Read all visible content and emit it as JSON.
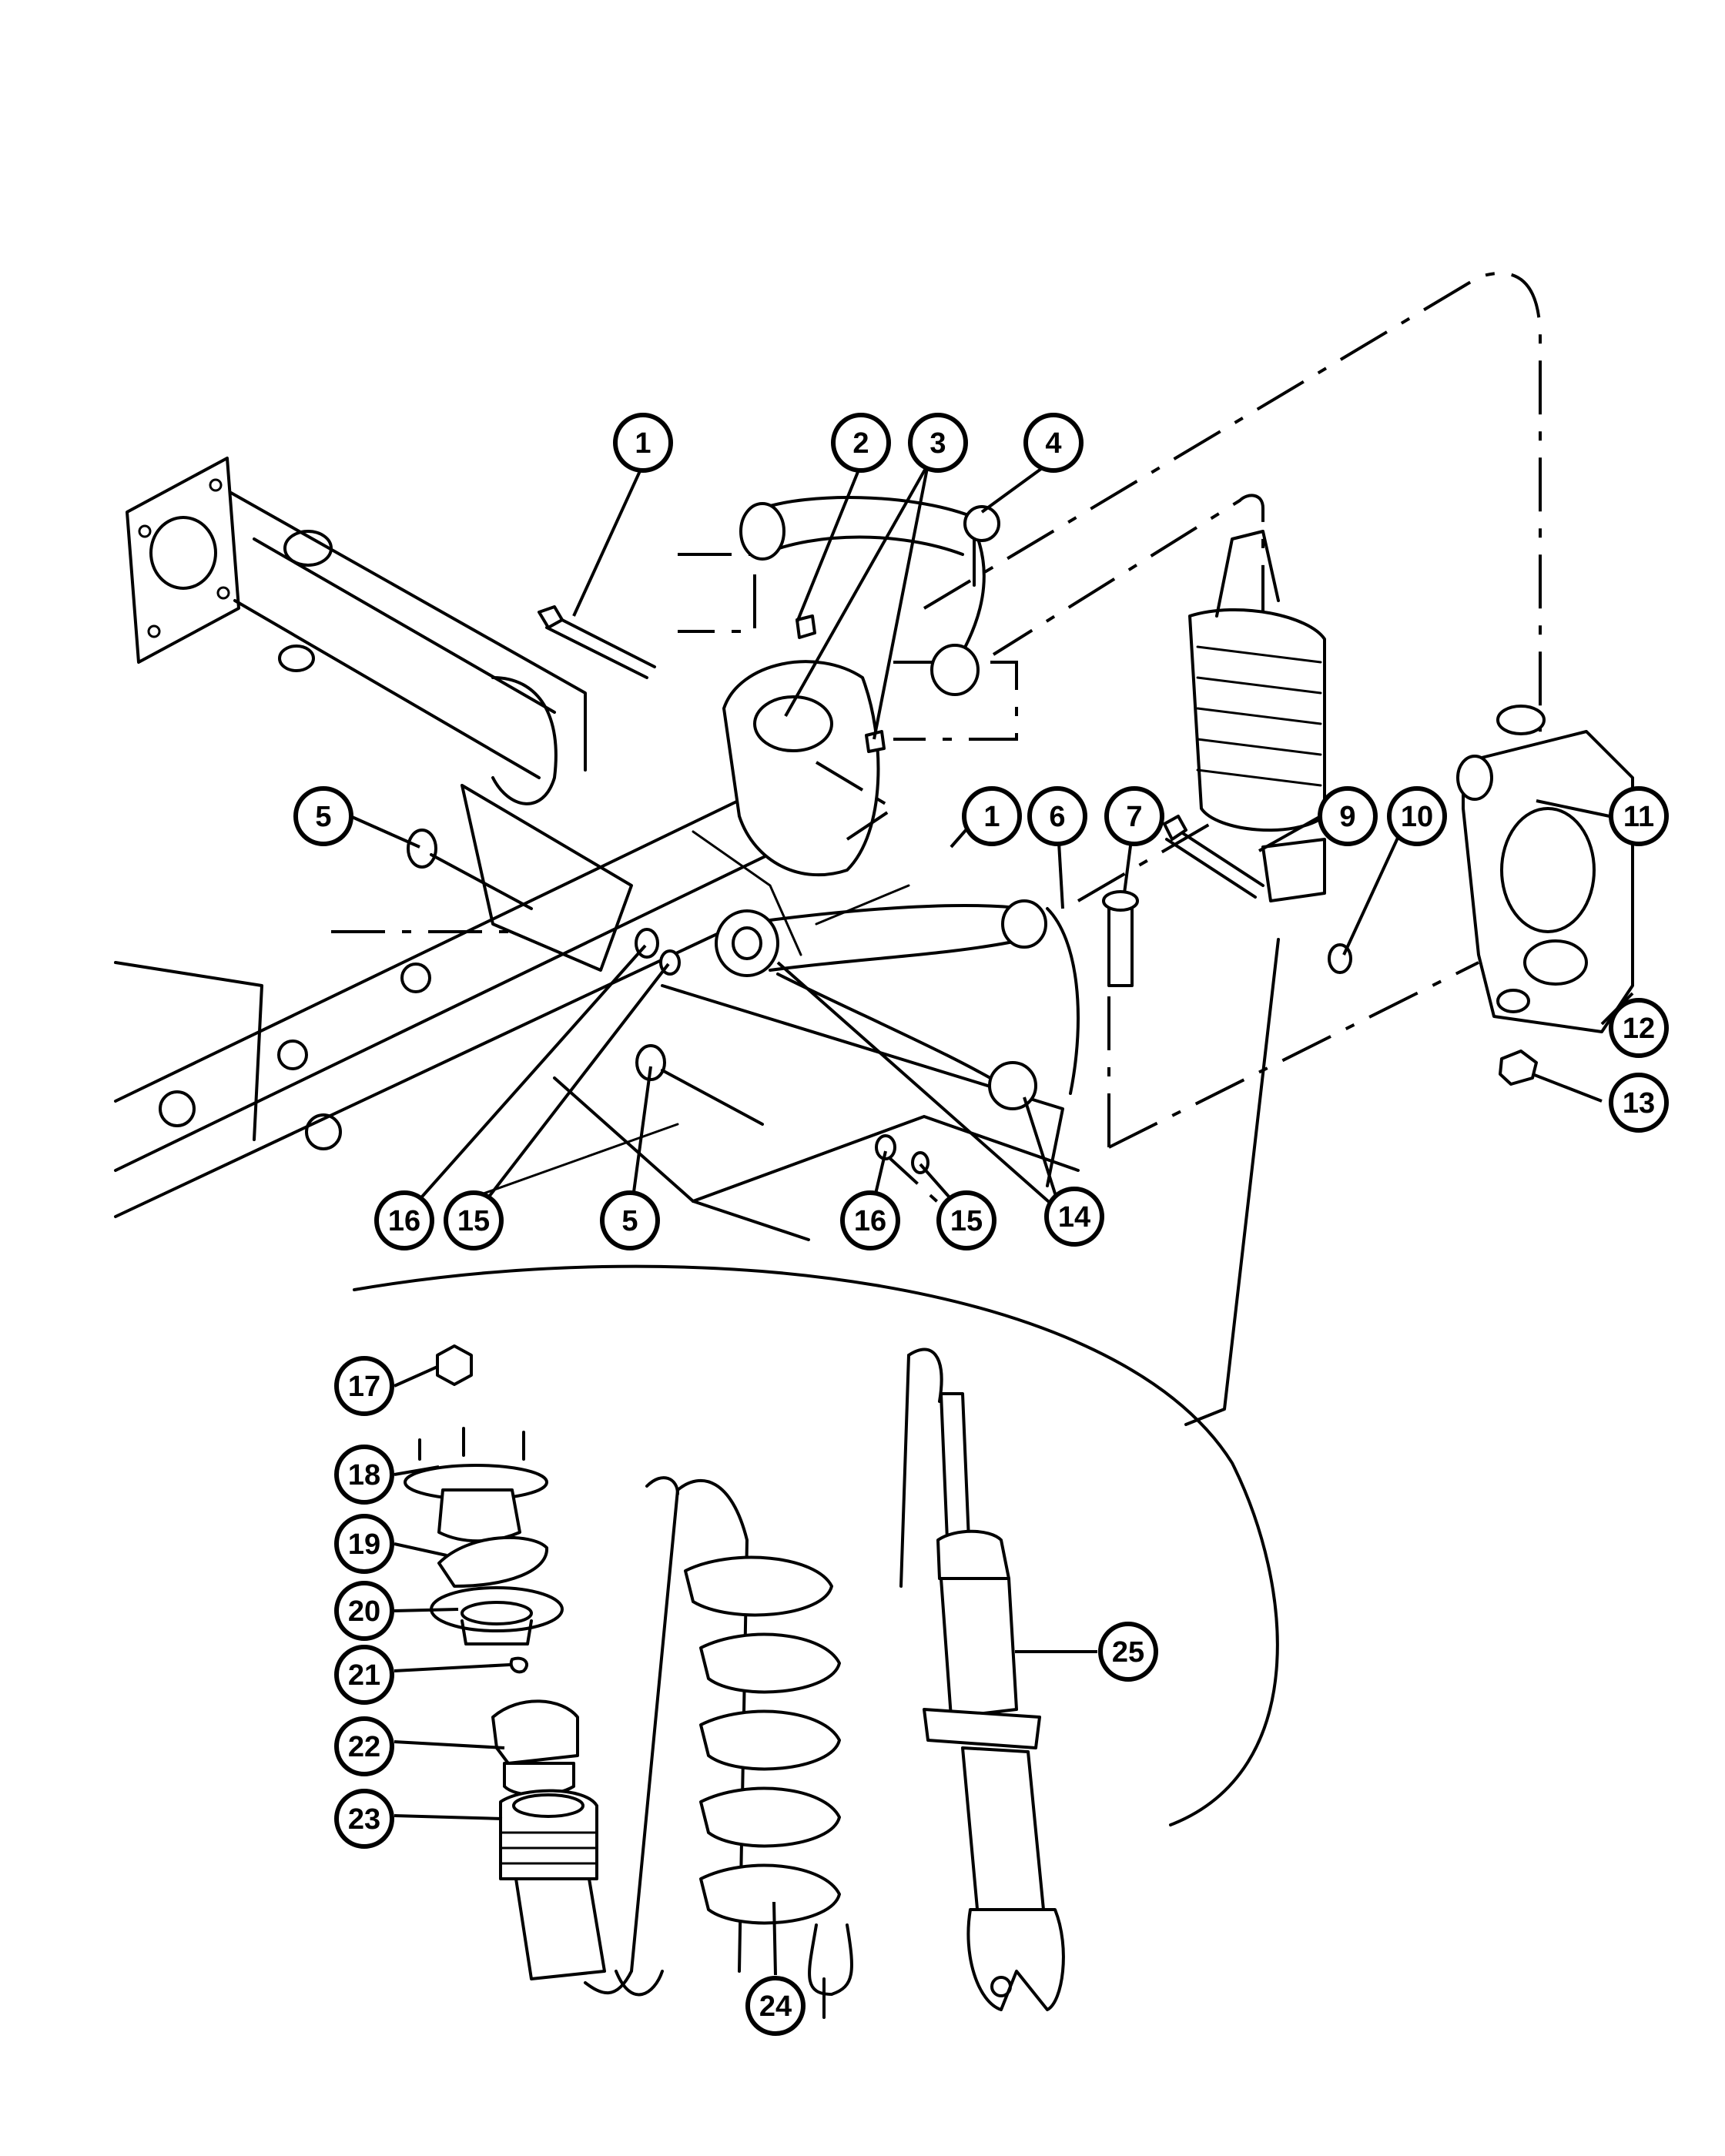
{
  "callouts": [
    {
      "id": "c1a",
      "label": "1"
    },
    {
      "id": "c2",
      "label": "2"
    },
    {
      "id": "c3",
      "label": "3"
    },
    {
      "id": "c4",
      "label": "4"
    },
    {
      "id": "c5a",
      "label": "5"
    },
    {
      "id": "c1b",
      "label": "1"
    },
    {
      "id": "c6",
      "label": "6"
    },
    {
      "id": "c7",
      "label": "7"
    },
    {
      "id": "c9",
      "label": "9"
    },
    {
      "id": "c10",
      "label": "10"
    },
    {
      "id": "c11",
      "label": "11"
    },
    {
      "id": "c12",
      "label": "12"
    },
    {
      "id": "c13",
      "label": "13"
    },
    {
      "id": "c14",
      "label": "14"
    },
    {
      "id": "c16a",
      "label": "16"
    },
    {
      "id": "c15a",
      "label": "15"
    },
    {
      "id": "c5b",
      "label": "5"
    },
    {
      "id": "c16b",
      "label": "16"
    },
    {
      "id": "c15b",
      "label": "15"
    },
    {
      "id": "c17",
      "label": "17"
    },
    {
      "id": "c18",
      "label": "18"
    },
    {
      "id": "c19",
      "label": "19"
    },
    {
      "id": "c20",
      "label": "20"
    },
    {
      "id": "c21",
      "label": "21"
    },
    {
      "id": "c22",
      "label": "22"
    },
    {
      "id": "c23",
      "label": "23"
    },
    {
      "id": "c24",
      "label": "24"
    },
    {
      "id": "c25",
      "label": "25"
    }
  ]
}
